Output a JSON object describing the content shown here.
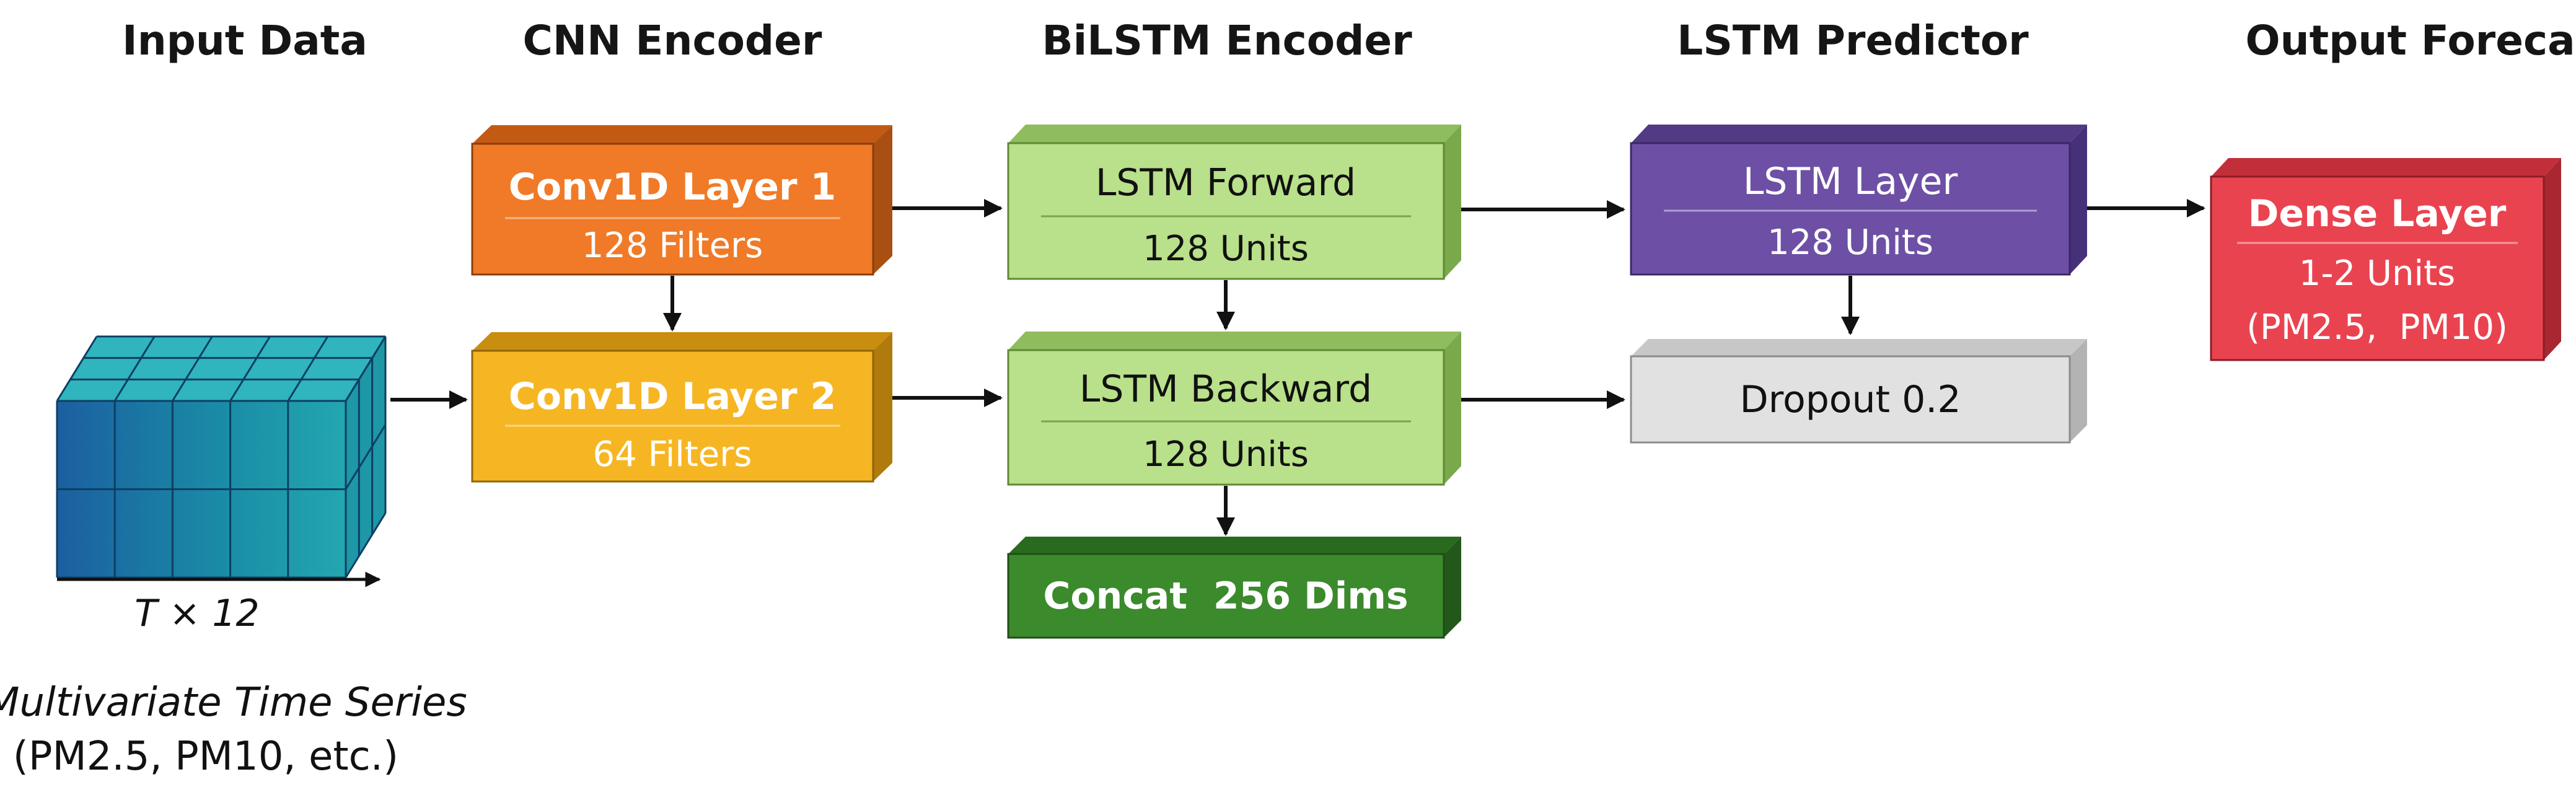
{
  "columns": [
    {
      "title": "Input Data"
    },
    {
      "title": "CNN Encoder"
    },
    {
      "title": "BiLSTM Encoder"
    },
    {
      "title": "LSTM Predictor"
    },
    {
      "title": "Output Forecast"
    }
  ],
  "input": {
    "dim_label": "T × 12",
    "caption_line1": "Multivariate Time Series",
    "caption_line2": "(PM2.5, PM10, etc.)"
  },
  "blocks": {
    "conv1": {
      "title": "Conv1D Layer 1",
      "sub": "128 Filters"
    },
    "conv2": {
      "title": "Conv1D Layer 2",
      "sub": "64 Filters"
    },
    "lstm_fwd": {
      "title": "LSTM Forward",
      "sub": "128 Units"
    },
    "lstm_bwd": {
      "title": "LSTM Backward",
      "sub": "128 Units"
    },
    "concat": {
      "title": "Concat  256 Dims"
    },
    "lstm_layer": {
      "title": "LSTM Layer",
      "sub": "128 Units"
    },
    "dropout": {
      "title": "Dropout 0.2"
    },
    "dense": {
      "title": "Dense Layer",
      "sub": "1-2 Units",
      "sub2": "(PM2.5,  PM10)"
    }
  },
  "colors": {
    "conv1": "#f07a27",
    "conv2": "#f6b623",
    "lstm": "#b9e08a",
    "concat": "#3b8a2c",
    "lstm_layer": "#6d50a5",
    "dropout": "#e1e1e1",
    "dense": "#ea4350",
    "cube_front": "#1d7ea0",
    "cube_top": "#2fb8bf",
    "cube_side": "#1f9ba8"
  }
}
